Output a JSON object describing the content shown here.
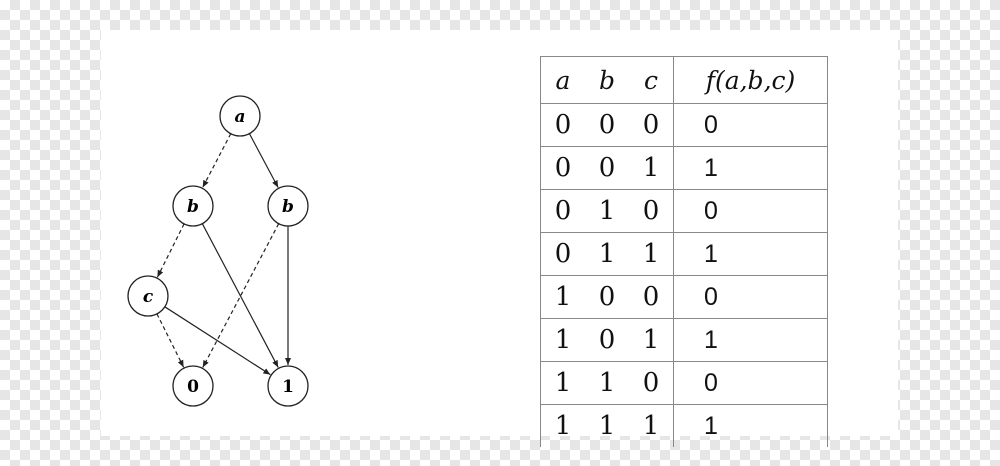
{
  "diagram": {
    "nodes": [
      {
        "id": "a",
        "label": "a",
        "type": "decision"
      },
      {
        "id": "b1",
        "label": "b",
        "type": "decision"
      },
      {
        "id": "b2",
        "label": "b",
        "type": "decision"
      },
      {
        "id": "c",
        "label": "c",
        "type": "decision"
      },
      {
        "id": "zero",
        "label": "0",
        "type": "terminal"
      },
      {
        "id": "one",
        "label": "1",
        "type": "terminal"
      }
    ],
    "edges": [
      {
        "from": "a",
        "to": "b1",
        "style": "dashed"
      },
      {
        "from": "a",
        "to": "b2",
        "style": "solid"
      },
      {
        "from": "b1",
        "to": "c",
        "style": "dashed"
      },
      {
        "from": "b1",
        "to": "one",
        "style": "solid"
      },
      {
        "from": "b2",
        "to": "zero",
        "style": "dashed"
      },
      {
        "from": "b2",
        "to": "one",
        "style": "solid"
      },
      {
        "from": "c",
        "to": "zero",
        "style": "dashed"
      },
      {
        "from": "c",
        "to": "one",
        "style": "solid"
      }
    ]
  },
  "table": {
    "headers": [
      "a",
      "b",
      "c",
      "f(a,b,c)"
    ],
    "rows": [
      [
        "0",
        "0",
        "0",
        "0"
      ],
      [
        "0",
        "0",
        "1",
        "1"
      ],
      [
        "0",
        "1",
        "0",
        "0"
      ],
      [
        "0",
        "1",
        "1",
        "1"
      ],
      [
        "1",
        "0",
        "0",
        "0"
      ],
      [
        "1",
        "0",
        "1",
        "1"
      ],
      [
        "1",
        "1",
        "0",
        "0"
      ],
      [
        "1",
        "1",
        "1",
        "1"
      ]
    ]
  }
}
